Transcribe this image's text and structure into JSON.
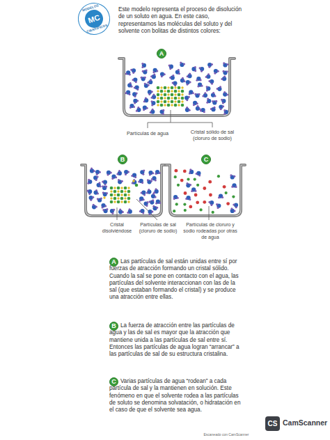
{
  "diagram": {
    "nodes": [
      {
        "text": [
          "MODELOS",
          "MC",
          "CIENTÍFICOS"
        ]
      },
      {
        "text": [
          "A"
        ]
      },
      {
        "text": [
          "B"
        ]
      },
      {
        "text": [
          "C"
        ]
      },
      {
        "text": [
          "A"
        ]
      },
      {
        "text": [
          "B"
        ]
      },
      {
        "text": [
          "C"
        ]
      },
      {
        "text": [
          "CS"
        ]
      }
    ],
    "labels": [
      "Este modelo representa el proceso de disolución de un soluto en agua. En este caso, representamos las moléculas del soluto y del solvente con bolitas de distintos colores:",
      "Partículas de agua",
      "Cristal sólido de sal (cloruro de sodio)",
      "Cristal disolviéndose",
      "Partículas de sal (cloruro de sodio)",
      "Partículas de cloruro y sodio rodeadas por otras de agua",
      "Las partículas de sal están unidas entre sí por fuerzas de atracción formando un cristal sólido. Cuando la sal se pone en contacto con el agua, las partículas del solvente interaccionan con las de la sal (que estaban formando el cristal) y se produce una atracción entre ellas.",
      "La fuerza de atracción entre las partículas de agua y las de sal es mayor que la atracción que mantiene unida a las partículas de sal entre sí. Entonces las partículas de agua logran “arrancar” a las partículas de sal de su estructura cristalina.",
      "Varias partículas de agua “rodean” a cada partícula de sal y la mantienen en solución. Este fenómeno en que el solvente rodea a las partículas de soluto se denomina solvatación, o hidratación en el caso de que el solvente sea agua.",
      "CamScanner",
      "Escaneado con CamScanner"
    ]
  }
}
